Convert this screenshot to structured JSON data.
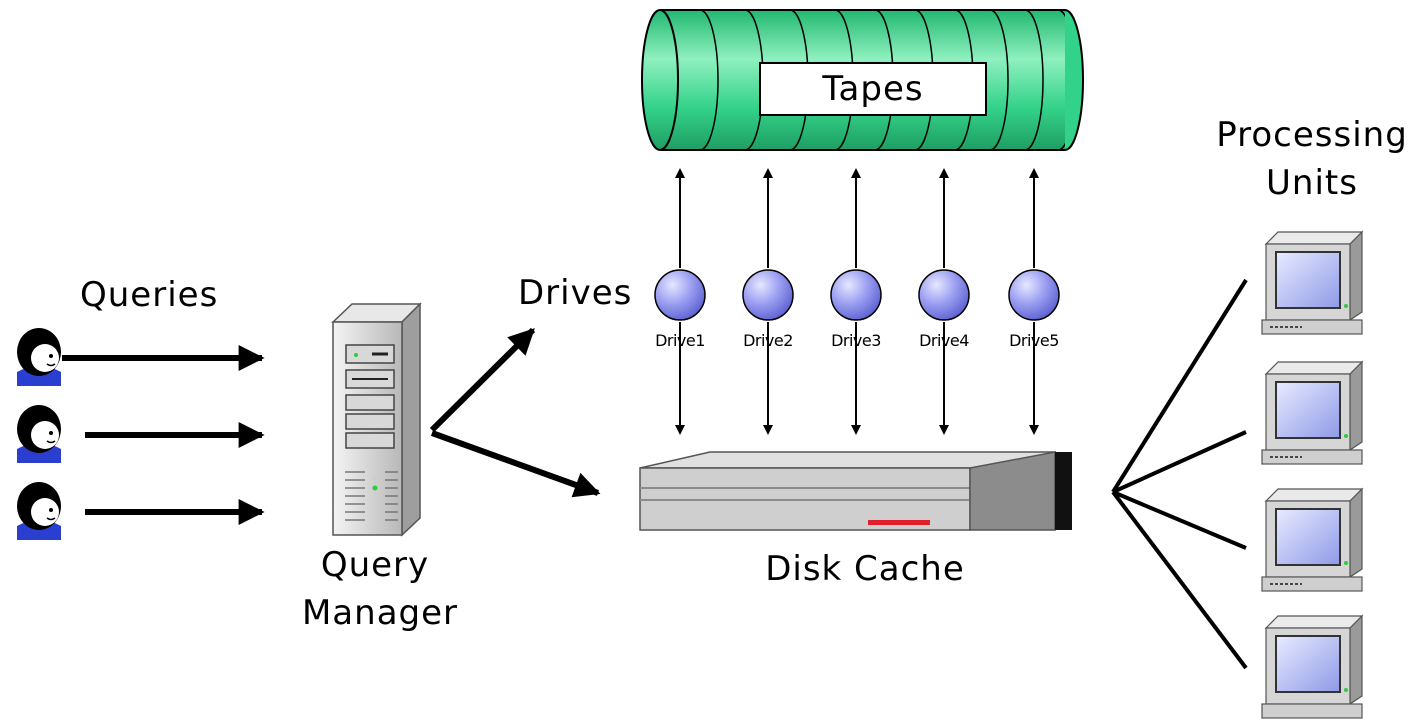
{
  "labels": {
    "queries": "Queries",
    "query_manager_line1": "Query",
    "query_manager_line2": "Manager",
    "drives": "Drives",
    "tapes": "Tapes",
    "disk_cache": "Disk Cache",
    "processing_units_line1": "Processing",
    "processing_units_line2": "Units"
  },
  "drives": [
    "Drive1",
    "Drive2",
    "Drive3",
    "Drive4",
    "Drive5"
  ],
  "users": [
    "user",
    "user",
    "user"
  ],
  "processing_units": [
    "pc",
    "pc",
    "pc",
    "pc"
  ],
  "colors": {
    "tape_green": "#33d28a",
    "tape_light": "#8ff0bf",
    "drive_blue": "#8a8ef0",
    "disk_gray": "#c8c8c8",
    "disk_dark": "#8c8c8c",
    "indicator_red": "#e0202a",
    "monitor_screen": "#a9b4f2",
    "user_blue": "#2a3fd0"
  }
}
